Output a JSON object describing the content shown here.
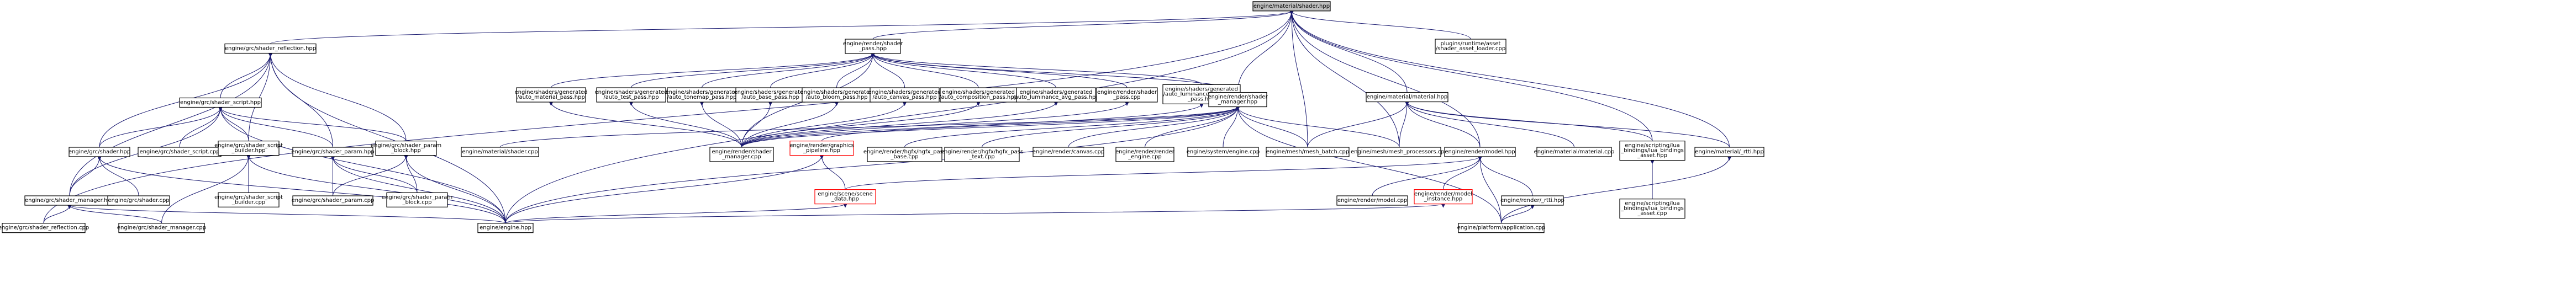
{
  "colors": {
    "edge": "#191970",
    "node_border": "#000000",
    "node_fill": "#ffffff",
    "root_fill": "#bfbfbf",
    "red_border": "#ff0000"
  },
  "nodes": [
    {
      "id": "root",
      "label": [
        "engine/material/shader.hpp"
      ],
      "style": "root"
    },
    {
      "id": "shader_reflection_hpp",
      "label": [
        "engine/grc/shader_reflection.hpp"
      ]
    },
    {
      "id": "shader_pass_hpp",
      "label": [
        "engine/render/shader",
        "_pass.hpp"
      ]
    },
    {
      "id": "plugins_loader",
      "label": [
        "plugins/runtime/asset",
        "/shader_asset_loader.cpp"
      ]
    },
    {
      "id": "shader_script_hpp",
      "label": [
        "engine/grc/shader_script.hpp"
      ]
    },
    {
      "id": "auto_material_pass",
      "label": [
        "engine/shaders/generated",
        "/auto_material_pass.hpp"
      ]
    },
    {
      "id": "auto_test_pass",
      "label": [
        "engine/shaders/generated",
        "/auto_test_pass.hpp"
      ]
    },
    {
      "id": "auto_tonemap_pass",
      "label": [
        "engine/shaders/generated",
        "/auto_tonemap_pass.hpp"
      ]
    },
    {
      "id": "auto_base_pass",
      "label": [
        "engine/shaders/generated",
        "/auto_base_pass.hpp"
      ]
    },
    {
      "id": "auto_bloom_pass",
      "label": [
        "engine/shaders/generated",
        "/auto_bloom_pass.hpp"
      ]
    },
    {
      "id": "auto_canvas_pass",
      "label": [
        "engine/shaders/generated",
        "/auto_canvas_pass.hpp"
      ]
    },
    {
      "id": "auto_composition_pass",
      "label": [
        "engine/shaders/generated",
        "/auto_composition_pass.hpp"
      ]
    },
    {
      "id": "auto_luminance_avg",
      "label": [
        "engine/shaders/generated",
        "/auto_luminance_avg_pass.hpp"
      ]
    },
    {
      "id": "shader_pass_cpp",
      "label": [
        "engine/render/shader",
        "_pass.cpp"
      ]
    },
    {
      "id": "auto_luminance_hist",
      "label": [
        "engine/shaders/generated",
        "/auto_luminance_histogram",
        "_pass.hpp"
      ]
    },
    {
      "id": "shader_manager_render_hpp",
      "label": [
        "engine/render/shader",
        "_manager.hpp"
      ]
    },
    {
      "id": "material_hpp",
      "label": [
        "engine/material/material.hpp"
      ]
    },
    {
      "id": "grc_shader_hpp",
      "label": [
        "engine/grc/shader.hpp"
      ]
    },
    {
      "id": "shader_script_cpp",
      "label": [
        "engine/grc/shader_script.cpp"
      ]
    },
    {
      "id": "shader_script_builder_hpp",
      "label": [
        "engine/grc/shader_script",
        "_builder.hpp"
      ]
    },
    {
      "id": "shader_param_hpp",
      "label": [
        "engine/grc/shader_param.hpp"
      ]
    },
    {
      "id": "shader_param_block_hpp",
      "label": [
        "engine/grc/shader_param",
        "_block.hpp"
      ]
    },
    {
      "id": "material_shader_cpp",
      "label": [
        "engine/material/shader.cpp"
      ]
    },
    {
      "id": "shader_manager_render_cpp",
      "label": [
        "engine/render/shader",
        "_manager.cpp"
      ]
    },
    {
      "id": "graphics_pipeline",
      "label": [
        "engine/render/graphics",
        "_pipeline.hpp"
      ],
      "style": "red"
    },
    {
      "id": "hgfx_pass_base",
      "label": [
        "engine/render/hgfx/hgfx_pass",
        "_base.cpp"
      ]
    },
    {
      "id": "hgfx_pass_text",
      "label": [
        "engine/render/hgfx/hgfx_pass",
        "_text.cpp"
      ]
    },
    {
      "id": "render_canvas",
      "label": [
        "engine/render/canvas.cpp"
      ]
    },
    {
      "id": "render_engine",
      "label": [
        "engine/render/render",
        "_engine.cpp"
      ]
    },
    {
      "id": "system_engine",
      "label": [
        "engine/system/engine.cpp"
      ]
    },
    {
      "id": "mesh_batch",
      "label": [
        "engine/mesh/mesh_batch.cpp"
      ]
    },
    {
      "id": "mesh_processors",
      "label": [
        "engine/mesh/mesh_processors.cpp"
      ]
    },
    {
      "id": "render_model_hpp",
      "label": [
        "engine/render/model.hpp"
      ]
    },
    {
      "id": "material_cpp",
      "label": [
        "engine/material/material.cpp"
      ]
    },
    {
      "id": "lua_bindings_hpp",
      "label": [
        "engine/scripting/lua",
        "_bindings/lua_bindings",
        "_asset.hpp"
      ]
    },
    {
      "id": "material_rtti",
      "label": [
        "engine/material/_rtti.hpp"
      ]
    },
    {
      "id": "grc_shader_manager_hpp",
      "label": [
        "engine/grc/shader_manager.hpp"
      ]
    },
    {
      "id": "grc_shader_cpp",
      "label": [
        "engine/grc/shader.cpp"
      ]
    },
    {
      "id": "shader_script_builder_cpp",
      "label": [
        "engine/grc/shader_script",
        "_builder.cpp"
      ]
    },
    {
      "id": "shader_param_cpp",
      "label": [
        "engine/grc/shader_param.cpp"
      ]
    },
    {
      "id": "shader_param_block_cpp",
      "label": [
        "engine/grc/shader_param",
        "_block.cpp"
      ]
    },
    {
      "id": "scene_data",
      "label": [
        "engine/scene/scene",
        "_data.hpp"
      ],
      "style": "red"
    },
    {
      "id": "render_model_cpp",
      "label": [
        "engine/render/model.cpp"
      ]
    },
    {
      "id": "render_model_instance",
      "label": [
        "engine/render/model",
        "_instance.hpp"
      ],
      "style": "red"
    },
    {
      "id": "render_rtti",
      "label": [
        "engine/render/_rtti.hpp"
      ]
    },
    {
      "id": "lua_bindings_cpp",
      "label": [
        "engine/scripting/lua",
        "_bindings/lua_bindings",
        "_asset.cpp"
      ]
    },
    {
      "id": "grc_shader_reflection_cpp",
      "label": [
        "engine/grc/shader_reflection.cpp"
      ]
    },
    {
      "id": "grc_shader_manager_cpp",
      "label": [
        "engine/grc/shader_manager.cpp"
      ]
    },
    {
      "id": "engine_hpp",
      "label": [
        "engine/engine.hpp"
      ]
    },
    {
      "id": "platform_application",
      "label": [
        "engine/platform/application.cpp"
      ]
    }
  ]
}
